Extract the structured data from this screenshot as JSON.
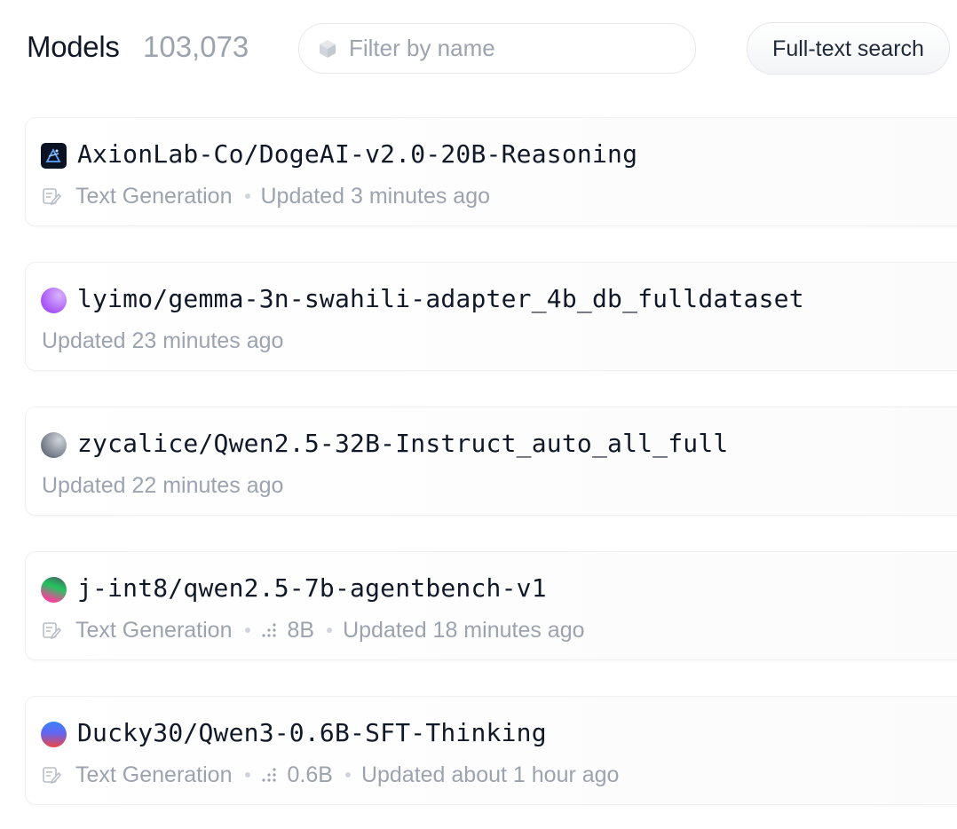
{
  "header": {
    "title": "Models",
    "count": "103,073",
    "search_placeholder": "Filter by name",
    "fulltext_label": "Full-text search"
  },
  "models": [
    {
      "name": "AxionLab-Co/DogeAI-v2.0-20B-Reasoning",
      "task": "Text Generation",
      "params": "",
      "updated": "Updated 3 minutes ago",
      "avatar_colors": [
        "#0f172a",
        "#1e3a8a"
      ]
    },
    {
      "name": "lyimo/gemma-3n-swahili-adapter_4b_db_fulldataset",
      "task": "",
      "params": "",
      "updated": "Updated 23 minutes ago",
      "avatar_colors": [
        "#a855f7",
        "#d8b4fe"
      ]
    },
    {
      "name": "zycalice/Qwen2.5-32B-Instruct_auto_all_full",
      "task": "",
      "params": "",
      "updated": "Updated 22 minutes ago",
      "avatar_colors": [
        "#6b7280",
        "#d1d5db"
      ]
    },
    {
      "name": "j-int8/qwen2.5-7b-agentbench-v1",
      "task": "Text Generation",
      "params": "8B",
      "updated": "Updated 18 minutes ago",
      "avatar_colors": [
        "#22c55e",
        "#ec4899"
      ]
    },
    {
      "name": "Ducky30/Qwen3-0.6B-SFT-Thinking",
      "task": "Text Generation",
      "params": "0.6B",
      "updated": "Updated about 1 hour ago",
      "avatar_colors": [
        "#3b82f6",
        "#ef4444"
      ]
    }
  ]
}
